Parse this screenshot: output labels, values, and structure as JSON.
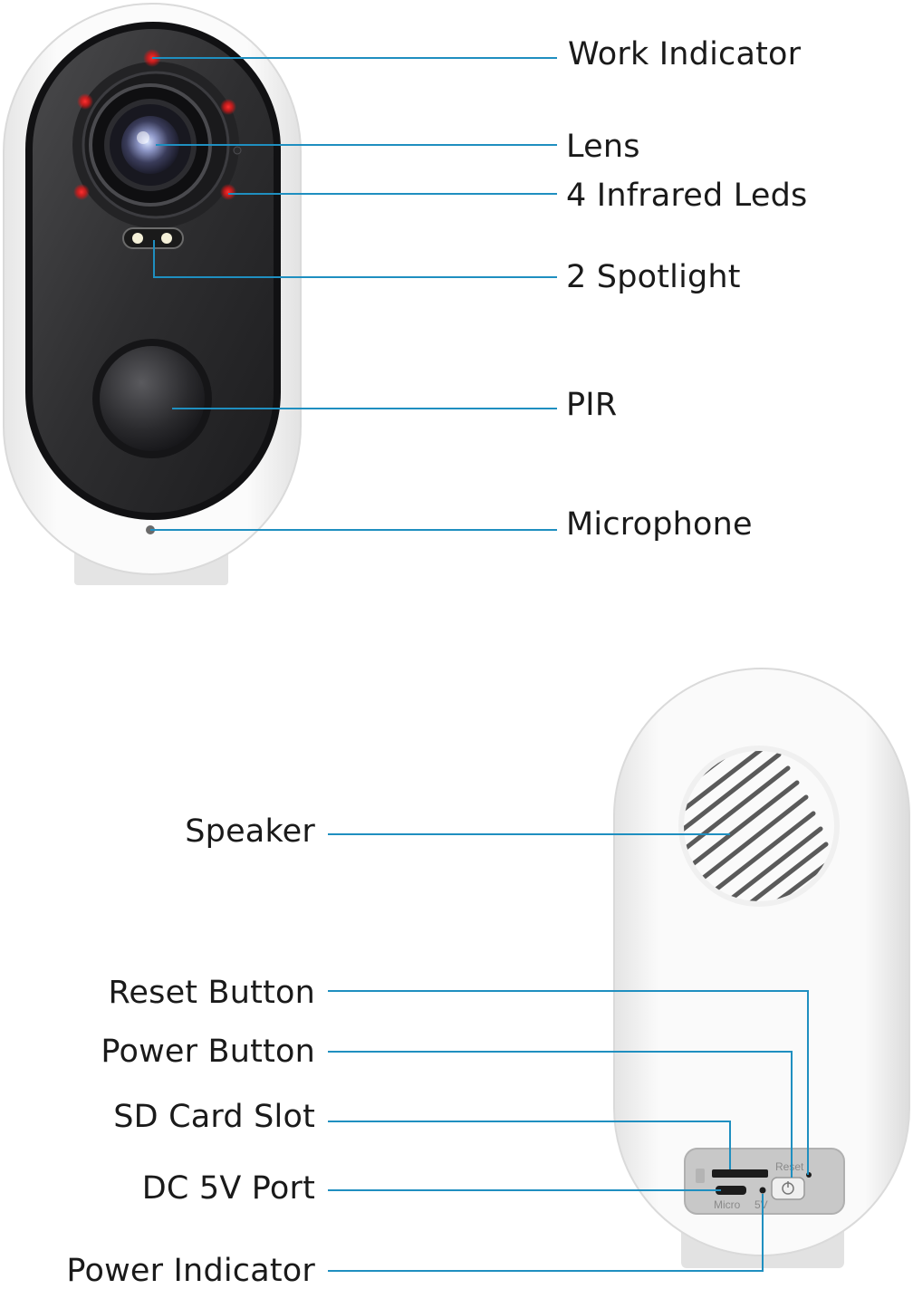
{
  "front_view": {
    "callouts": [
      {
        "id": "work-indicator",
        "label": "Work Indicator"
      },
      {
        "id": "lens",
        "label": "Lens"
      },
      {
        "id": "infrared-leds",
        "label": "4 Infrared Leds"
      },
      {
        "id": "spotlight",
        "label": "2 Spotlight"
      },
      {
        "id": "pir",
        "label": "PIR"
      },
      {
        "id": "microphone",
        "label": "Microphone"
      }
    ]
  },
  "back_view": {
    "callouts": [
      {
        "id": "speaker",
        "label": "Speaker"
      },
      {
        "id": "reset-button",
        "label": "Reset Button"
      },
      {
        "id": "power-button",
        "label": "Power Button"
      },
      {
        "id": "sd-card-slot",
        "label": "SD Card Slot"
      },
      {
        "id": "dc-5v-port",
        "label": "DC 5V Port"
      },
      {
        "id": "power-indicator",
        "label": "Power Indicator"
      }
    ],
    "device_markings": {
      "reset": "Reset",
      "micro": "Micro",
      "five_v": "5V"
    }
  },
  "colors": {
    "leader_line": "#1f8fc0",
    "ir_led": "#e01818",
    "label_text": "#1a1a1a"
  }
}
